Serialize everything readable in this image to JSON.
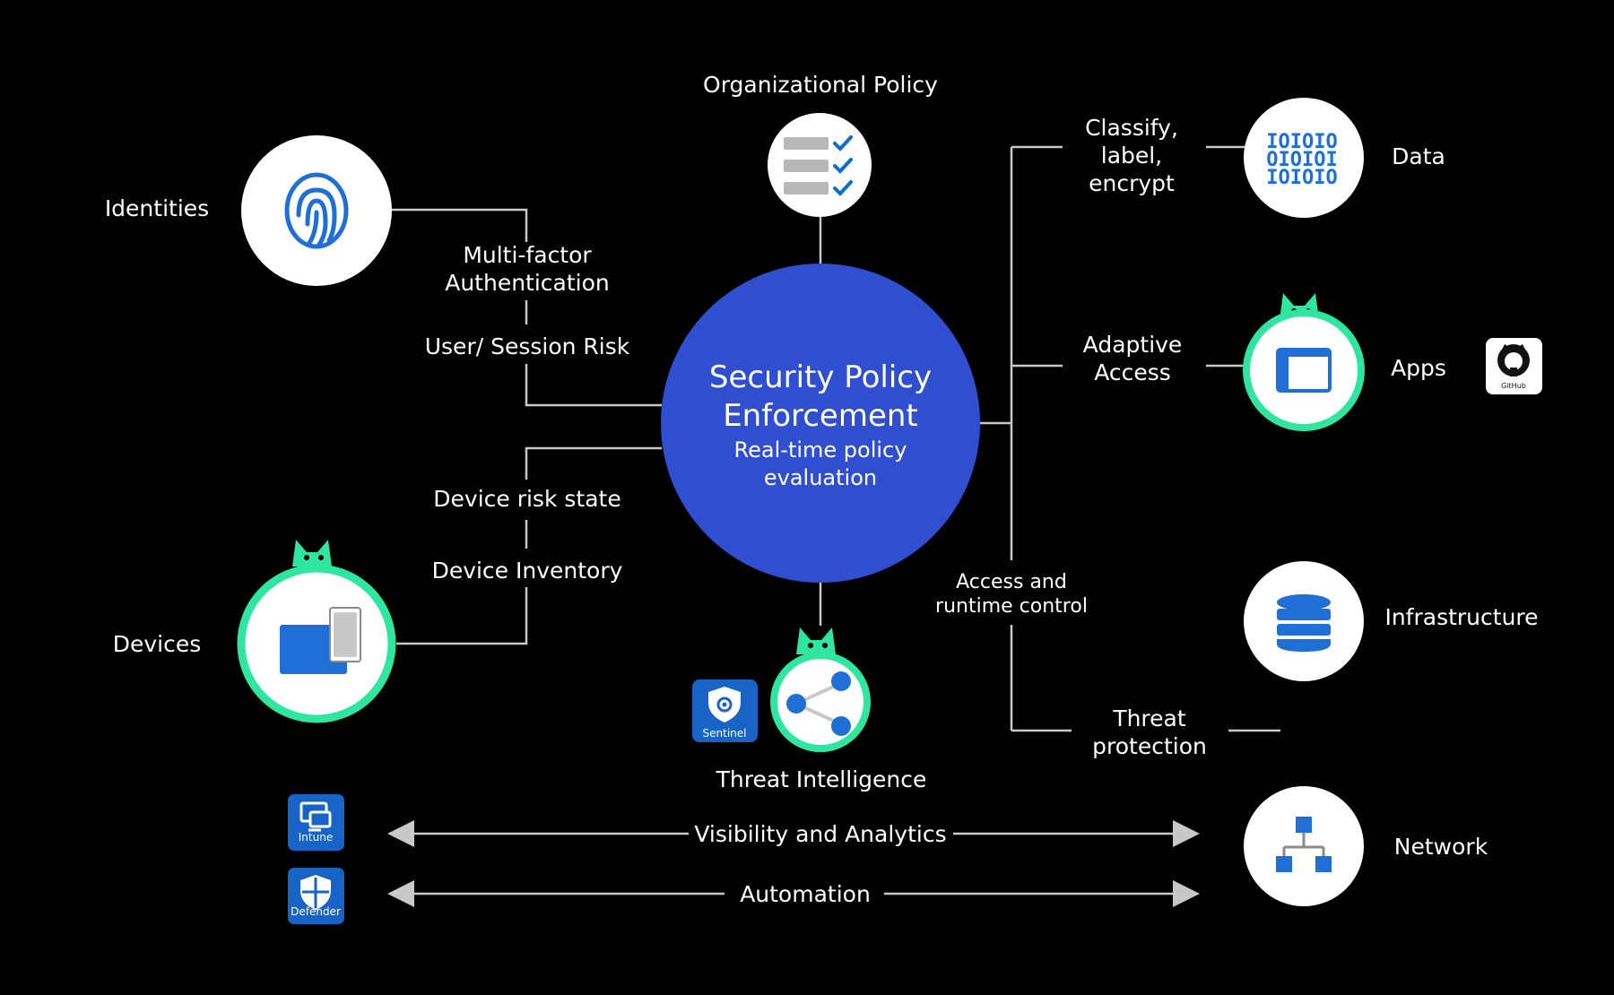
{
  "colors": {
    "background": "#000000",
    "center_fill": "#2f4fd0",
    "node_fill": "#ffffff",
    "ring": "#2fe6a0",
    "line": "#c8c8c8",
    "icon_blue": "#0a6ed1",
    "badge_blue": "#1763c6"
  },
  "center": {
    "title_line1": "Security Policy",
    "title_line2": "Enforcement",
    "sub_line1": "Real-time policy",
    "sub_line2": "evaluation"
  },
  "policy": {
    "label": "Organizational Policy"
  },
  "identities": {
    "label": "Identities"
  },
  "devices": {
    "label": "Devices"
  },
  "left_connectors": {
    "mfa_line1": "Multi-factor",
    "mfa_line2": "Authentication",
    "session_risk": "User/ Session Risk",
    "device_risk": "Device risk state",
    "device_inventory": "Device Inventory"
  },
  "threat_intel": {
    "label": "Threat Intelligence"
  },
  "right_connectors": {
    "classify_line1": "Classify,",
    "classify_line2": "label,",
    "classify_line3": "encrypt",
    "adaptive_line1": "Adaptive",
    "adaptive_line2": "Access",
    "access_line1": "Access and",
    "access_line2": "runtime control",
    "threat_line1": "Threat",
    "threat_line2": "protection"
  },
  "targets": {
    "data": "Data",
    "apps": "Apps",
    "infrastructure": "Infrastructure",
    "network": "Network"
  },
  "bottom": {
    "visibility": "Visibility and Analytics",
    "automation": "Automation"
  },
  "badges": {
    "github": "GitHub",
    "sentinel": "Sentinel",
    "intune": "Intune",
    "defender": "Defender"
  },
  "binary": {
    "row1": "IOIOIO",
    "row2": "OIOIOI",
    "row3": "IOIOIO"
  }
}
